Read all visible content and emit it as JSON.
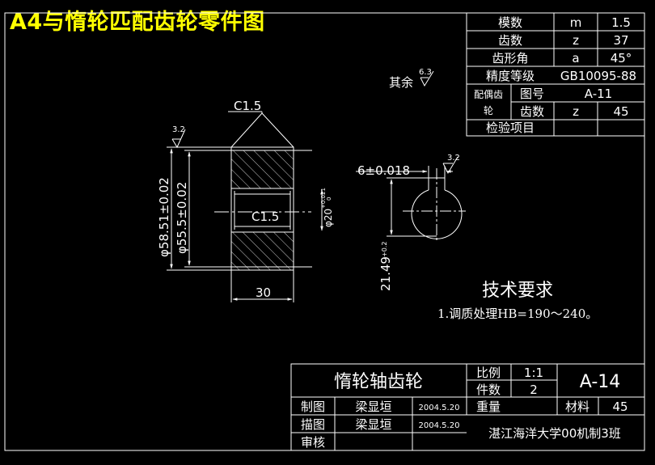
{
  "page_title": "A4与惰轮匹配齿轮零件图",
  "param_table": {
    "rows": [
      {
        "label": "模数",
        "symbol": "m",
        "value": "1.5"
      },
      {
        "label": "齿数",
        "symbol": "z",
        "value": "37"
      },
      {
        "label": "齿形角",
        "symbol": "a",
        "value": "45°"
      },
      {
        "label": "精度等级",
        "value": "GB10095-88"
      },
      {
        "group_label_top": "配偶齿",
        "group_label_bottom": "轮",
        "label": "图号",
        "value": "A-11"
      },
      {
        "label": "齿数",
        "symbol": "z",
        "value": "45"
      },
      {
        "label": "检验项目",
        "value": ""
      }
    ]
  },
  "annotations": {
    "rest_roughness": "其余",
    "rest_roughness_value": "6.3",
    "left_roughness": "3.2",
    "keyway_roughness": "3.2",
    "chamfer_top": "C1.5",
    "chamfer_bore": "C1.5",
    "dia_outer": "φ58.51±0.02",
    "dia_pitch": "φ55.5±0.02",
    "dia_bore": "φ20",
    "dia_bore_tol_upper": "+0.021",
    "dia_bore_tol_lower": "0",
    "width": "30",
    "keyway_width": "6±0.018",
    "keyway_depth": "21.49",
    "keyway_depth_tol": "+0.2"
  },
  "tech_requirements": {
    "title": "技术要求",
    "items": [
      "1.调质处理HB=190～240。"
    ]
  },
  "title_block": {
    "part_name": "惰轮轴齿轮",
    "scale_label": "比例",
    "scale_value": "1:1",
    "qty_label": "件数",
    "qty_value": "2",
    "drawing_no": "A-14",
    "weight_label": "重量",
    "material_label": "材料",
    "material_value": "45",
    "drawn_label": "制图",
    "drawn_by": "梁显垣",
    "drawn_date": "2004.5.20",
    "traced_label": "描图",
    "traced_by": "梁显垣",
    "traced_date": "2004.5.20",
    "check_label": "审核",
    "organization": "湛江海洋大学00机制3班"
  },
  "colors": {
    "background": "#000000",
    "title_text": "#ffff00",
    "lines": "#ffffff"
  }
}
